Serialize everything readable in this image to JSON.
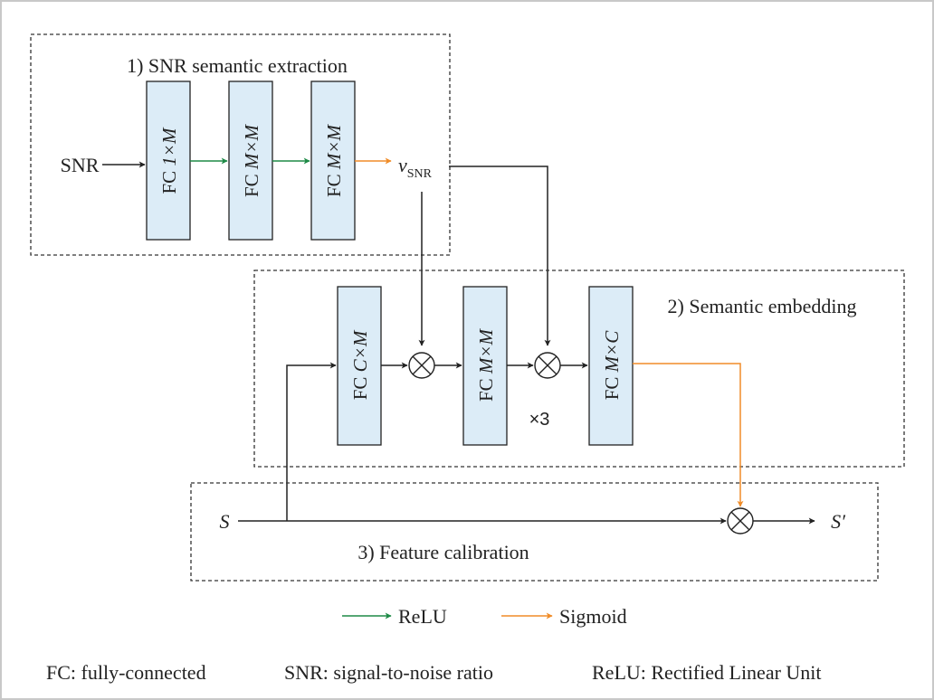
{
  "colors": {
    "border": "#c8c8c8",
    "box_fill": "#dcecf7",
    "stroke": "#222222",
    "relu": "#1e8a46",
    "sigmoid": "#f08c28"
  },
  "sections": {
    "extraction": "1) SNR semantic extraction",
    "embedding": "2) Semantic embedding",
    "calibration": "3) Feature calibration"
  },
  "extraction": {
    "input": "SNR",
    "blocks": [
      {
        "prefix": "FC ",
        "dims": "1×M"
      },
      {
        "prefix": "FC ",
        "dims": "M×M"
      },
      {
        "prefix": "FC ",
        "dims": "M×M"
      }
    ],
    "output_var": "v",
    "output_sub": "SNR"
  },
  "embedding": {
    "blocks": [
      {
        "prefix": "FC ",
        "dims": "C×M"
      },
      {
        "prefix": "FC ",
        "dims": "M×M"
      },
      {
        "prefix": "FC ",
        "dims": "M×C"
      }
    ],
    "repeat": "×3"
  },
  "calibration": {
    "input": "S",
    "output": "S′"
  },
  "legend": [
    {
      "label": "ReLU",
      "color": "#1e8a46"
    },
    {
      "label": "Sigmoid",
      "color": "#f08c28"
    }
  ],
  "footnotes": [
    "FC: fully-connected",
    "SNR: signal-to-noise ratio",
    "ReLU: Rectified Linear Unit"
  ]
}
